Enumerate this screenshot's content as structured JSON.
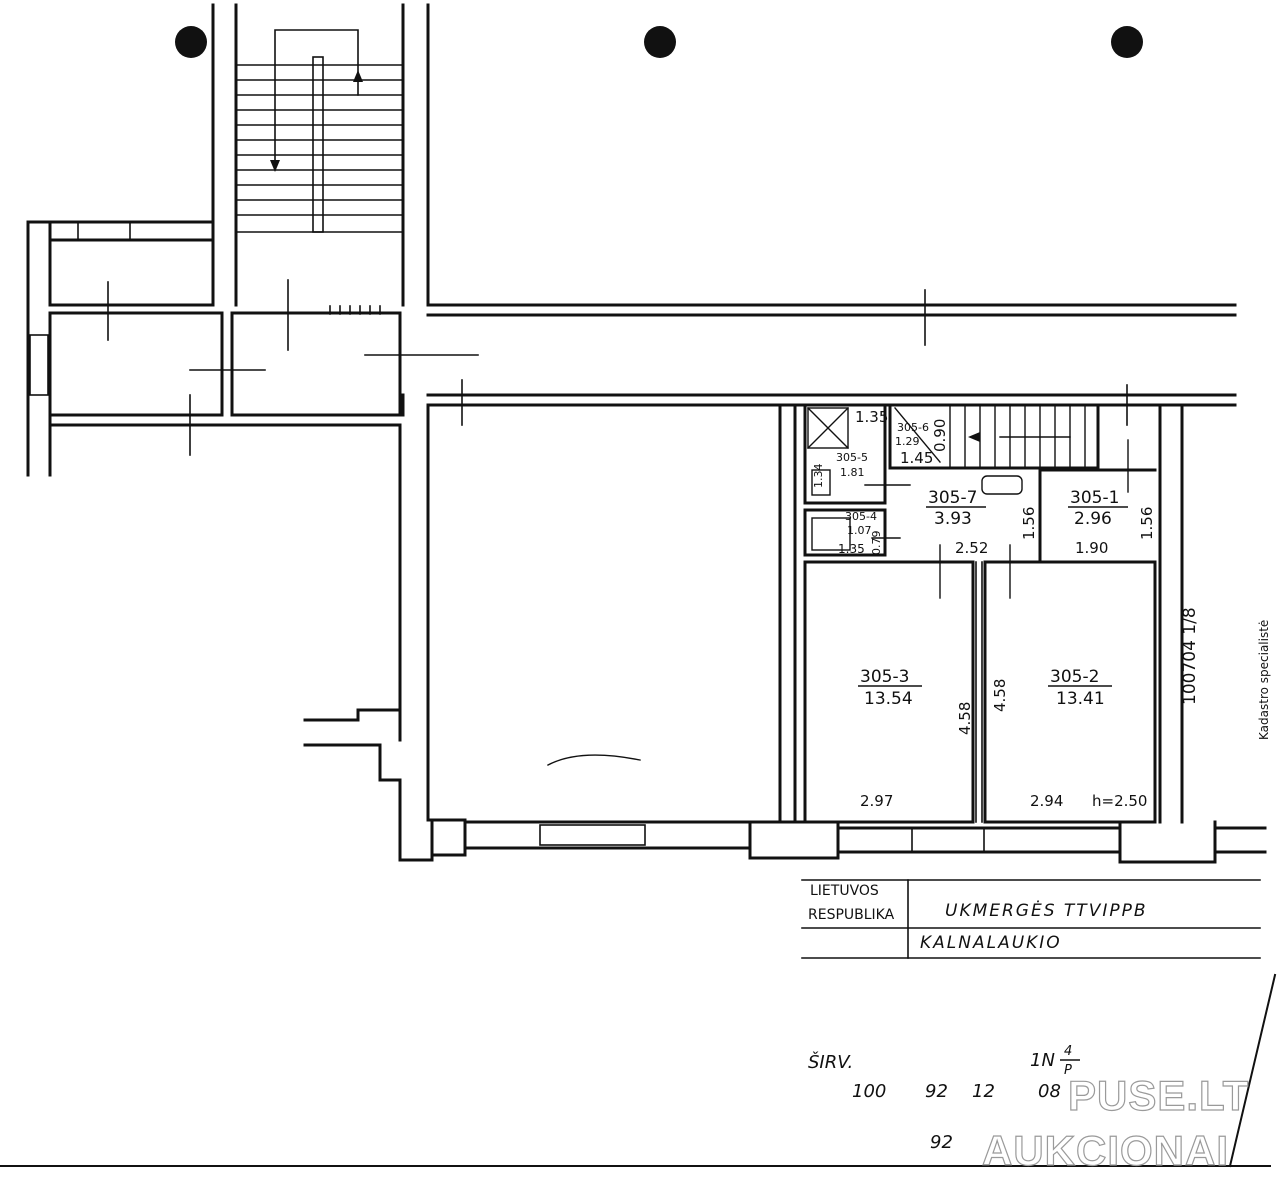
{
  "rooms": [
    {
      "id": "305-3",
      "area": "13.54"
    },
    {
      "id": "305-2",
      "area": "13.41"
    },
    {
      "id": "305-7",
      "area": "3.93"
    },
    {
      "id": "305-1",
      "area": "2.96"
    },
    {
      "id": "305-5",
      "area": "1.81"
    },
    {
      "id": "305-4",
      "area": "1.07"
    },
    {
      "id": "305-6",
      "area": "1.29"
    }
  ],
  "dimensions": {
    "d1": "1.35",
    "d2": "0.90",
    "d3": "1.45",
    "d4": "1.34",
    "d5": "1.56",
    "d6": "1.56",
    "d7": "2.52",
    "d8": "1.90",
    "d9": "1.35",
    "d10": "0.79",
    "d11": "4.58",
    "d12": "4.58",
    "d13": "2.97",
    "d14": "2.94",
    "d15": "h=2.50"
  },
  "side_note": "100704 1/8",
  "stamp": {
    "line1": "LIETUVOS",
    "line2": "RESPUBLIKA",
    "org": "UKMERGĖS TTVIPPB",
    "town": "KALNALAUKIO"
  },
  "footer": {
    "sirv": "ŠIRV.",
    "code_a": "100",
    "code_b": "92",
    "code_c": "12",
    "code_d": "08",
    "code_e": "92",
    "sheet_top": "1N",
    "sheet_frac_top": "4",
    "sheet_frac_bottom": "P"
  },
  "specialist": "Kadastro specialistė",
  "watermark": {
    "line1": "PUSE.LT",
    "line2": "AUKCIONAI"
  }
}
